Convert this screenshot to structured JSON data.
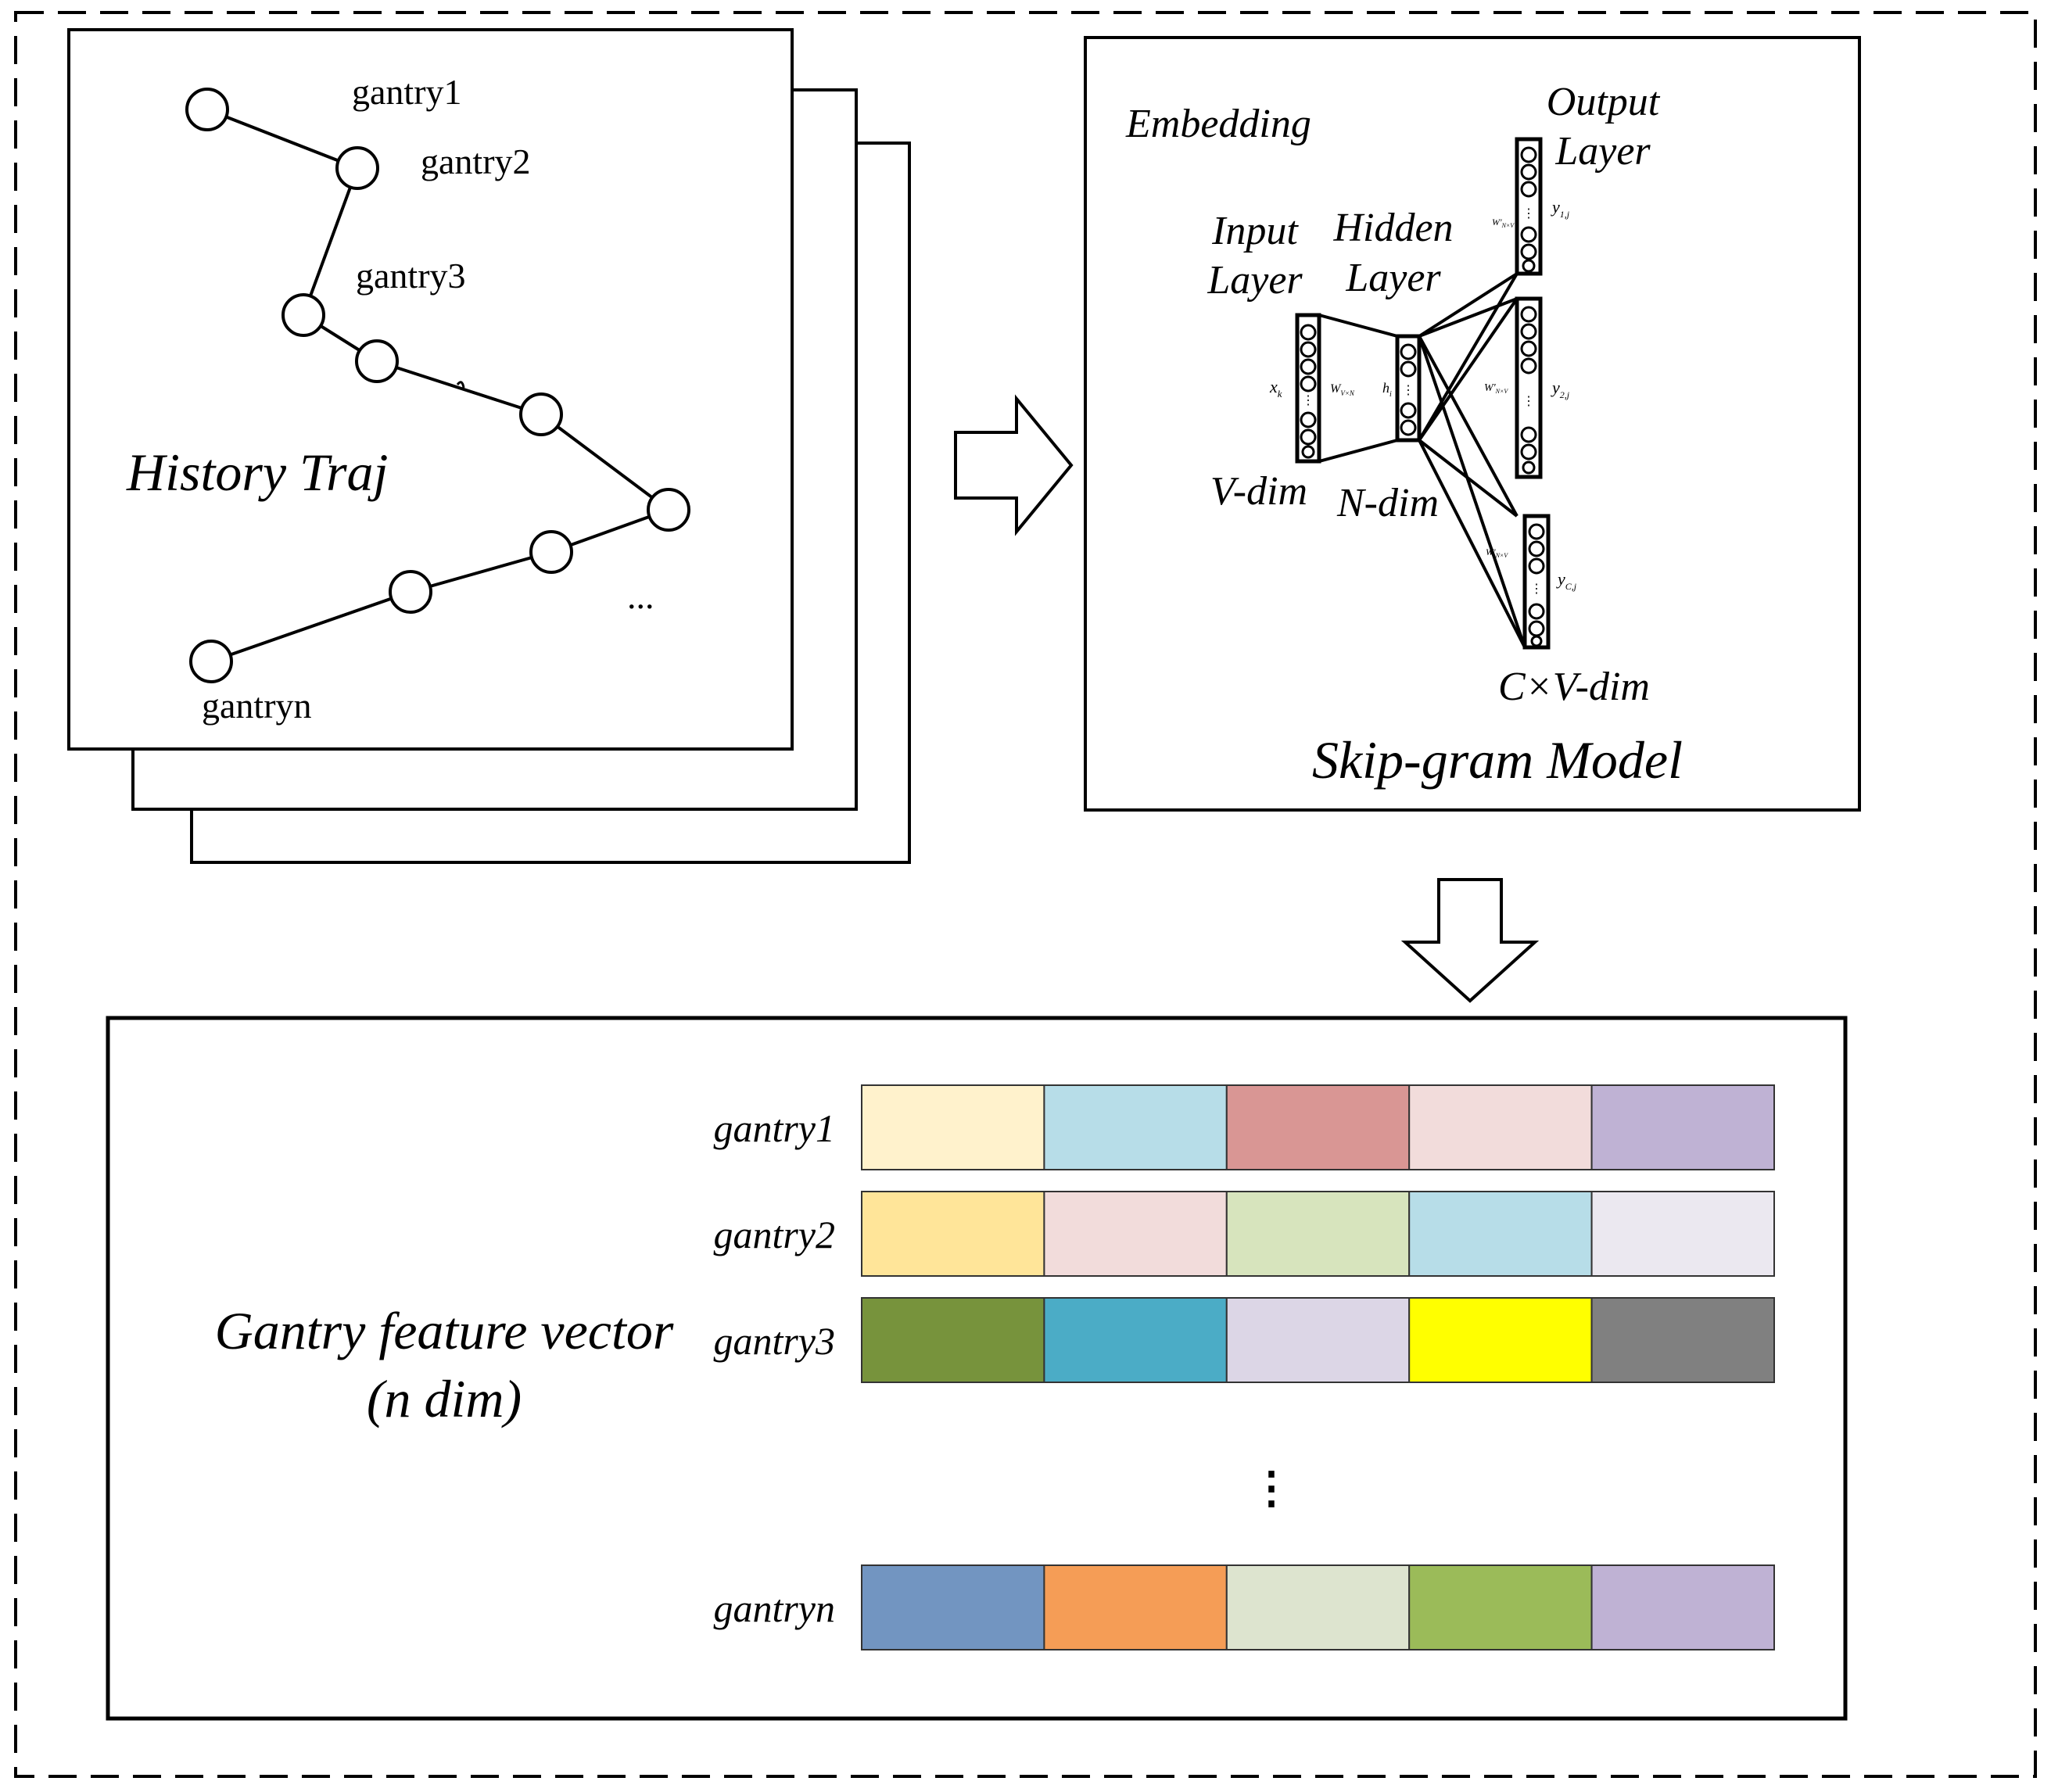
{
  "history": {
    "title": "History Traj",
    "labels": {
      "g1": "gantry1",
      "g2": "gantry2",
      "g3": "gantry3",
      "gn": "gantryn",
      "ellipsis": "..."
    }
  },
  "skipgram": {
    "title": "Skip-gram Model",
    "embedding": "Embedding",
    "input_layer": [
      "Input",
      "Layer"
    ],
    "hidden_layer": [
      "Hidden",
      "Layer"
    ],
    "output_layer": [
      "Output",
      "Layer"
    ],
    "v_dim": "V-dim",
    "n_dim": "N-dim",
    "cv_dim": "C×V-dim",
    "x_k": "x",
    "x_k_sub": "k",
    "w_vn": "W",
    "w_vn_sub": "V×N",
    "h_i": "h",
    "h_i_sub": "i",
    "w_nv": "W'",
    "w_nv_sub": "N×V",
    "y1": "y",
    "y1_sub": "1,j",
    "y2": "y",
    "y2_sub": "2,j",
    "yc": "y",
    "yc_sub": "C,j"
  },
  "feature": {
    "title_line1": "Gantry feature vector",
    "title_line2": "(n dim)",
    "rows": [
      {
        "label": "gantry1",
        "colors": [
          "#fff2cc",
          "#b7dde8",
          "#d99694",
          "#f2dcdb",
          "#bfb2d4"
        ]
      },
      {
        "label": "gantry2",
        "colors": [
          "#ffe599",
          "#f2dcdb",
          "#d7e4bd",
          "#b7dde8",
          "#ebe8f0"
        ]
      },
      {
        "label": "gantry3",
        "colors": [
          "#77933c",
          "#4bacc6",
          "#dcd6e6",
          "#ffff00",
          "#808080"
        ]
      },
      {
        "label": "gantryn",
        "colors": [
          "#7295c1",
          "#f59d56",
          "#dde4cf",
          "#9bbb59",
          "#bfb2d4"
        ]
      }
    ],
    "vdots": "⋮"
  }
}
